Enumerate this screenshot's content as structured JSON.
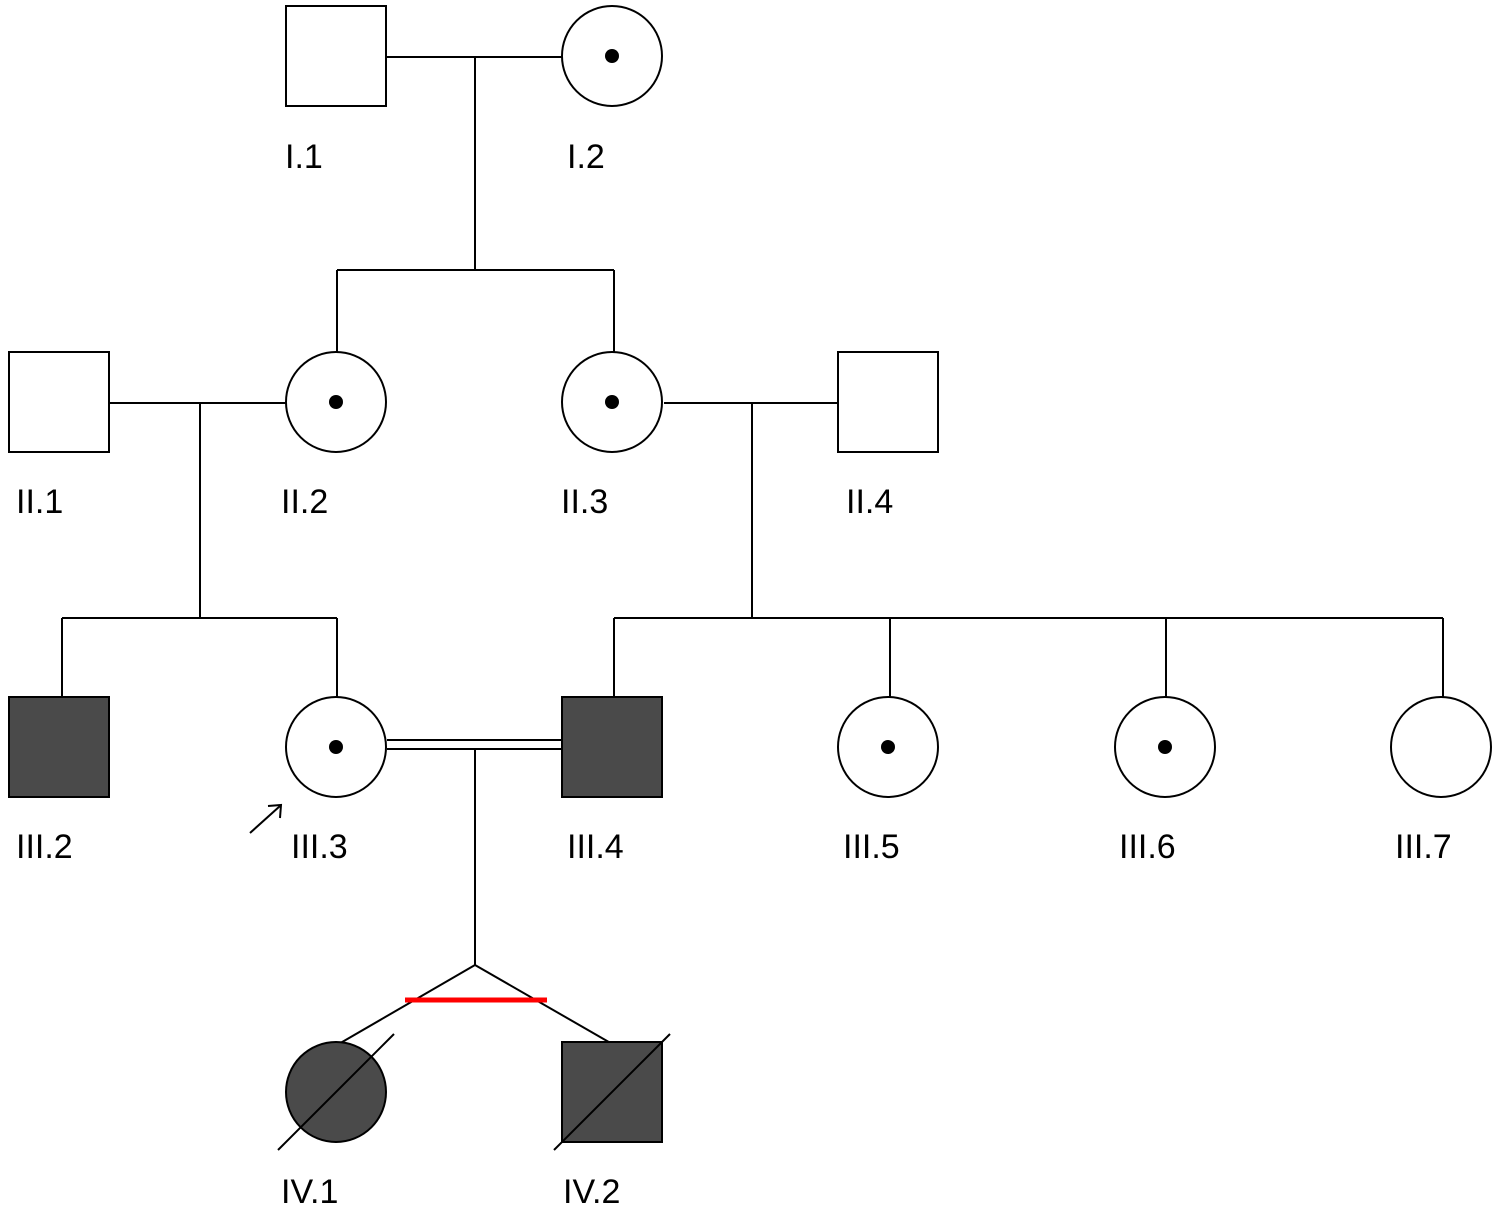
{
  "colors": {
    "line": "#000000",
    "affected_fill": "#4a4a4a",
    "unaffected_fill": "#ffffff",
    "carrier_dot": "#000000",
    "twin_bar": "#ff0000"
  },
  "individuals": [
    {
      "id": "I.1",
      "label": "I.1",
      "sex": "male",
      "status": "unaffected"
    },
    {
      "id": "I.2",
      "label": "I.2",
      "sex": "female",
      "status": "carrier"
    },
    {
      "id": "II.1",
      "label": "II.1",
      "sex": "male",
      "status": "unaffected"
    },
    {
      "id": "II.2",
      "label": "II.2",
      "sex": "female",
      "status": "carrier"
    },
    {
      "id": "II.3",
      "label": "II.3",
      "sex": "female",
      "status": "carrier"
    },
    {
      "id": "II.4",
      "label": "II.4",
      "sex": "male",
      "status": "unaffected"
    },
    {
      "id": "III.2",
      "label": "III.2",
      "sex": "male",
      "status": "affected"
    },
    {
      "id": "III.3",
      "label": "III.3",
      "sex": "female",
      "status": "carrier",
      "proband": true
    },
    {
      "id": "III.4",
      "label": "III.4",
      "sex": "male",
      "status": "affected"
    },
    {
      "id": "III.5",
      "label": "III.5",
      "sex": "female",
      "status": "carrier"
    },
    {
      "id": "III.6",
      "label": "III.6",
      "sex": "female",
      "status": "carrier"
    },
    {
      "id": "III.7",
      "label": "III.7",
      "sex": "female",
      "status": "unaffected"
    },
    {
      "id": "IV.1",
      "label": "IV.1",
      "sex": "female",
      "status": "affected",
      "deceased": true
    },
    {
      "id": "IV.2",
      "label": "IV.2",
      "sex": "male",
      "status": "affected",
      "deceased": true
    }
  ],
  "relationships": [
    {
      "partners": [
        "I.1",
        "I.2"
      ],
      "children": [
        "II.2",
        "II.3"
      ],
      "consanguineous": false
    },
    {
      "partners": [
        "II.1",
        "II.2"
      ],
      "children": [
        "III.2",
        "III.3"
      ],
      "consanguineous": false
    },
    {
      "partners": [
        "II.3",
        "II.4"
      ],
      "children": [
        "III.4",
        "III.5",
        "III.6",
        "III.7"
      ],
      "consanguineous": false
    },
    {
      "partners": [
        "III.3",
        "III.4"
      ],
      "children": [
        "IV.1",
        "IV.2"
      ],
      "consanguineous": true,
      "twins": "monozygotic"
    }
  ]
}
